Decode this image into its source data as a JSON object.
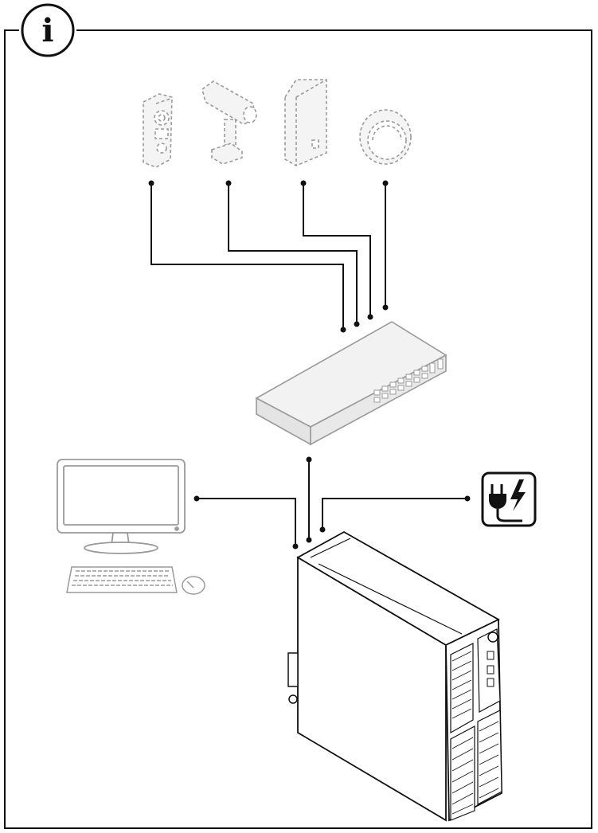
{
  "info": {
    "glyph": "i"
  },
  "colors": {
    "line": "#111111",
    "device_stroke": "#9a9a9a",
    "device_fill": "#f2f2f2",
    "switch_fill": "#ececec",
    "pc_fill": "#ffffff"
  },
  "devices": {
    "intercom": "door-station-intercom",
    "bullet_camera": "bullet-camera",
    "access_reader": "access-control-reader",
    "dome_camera": "dome-camera",
    "network_switch": "network-switch",
    "monitor": "monitor",
    "keyboard": "keyboard",
    "mouse": "mouse",
    "recorder": "network-video-recorder",
    "power": "power-plug-icon"
  }
}
